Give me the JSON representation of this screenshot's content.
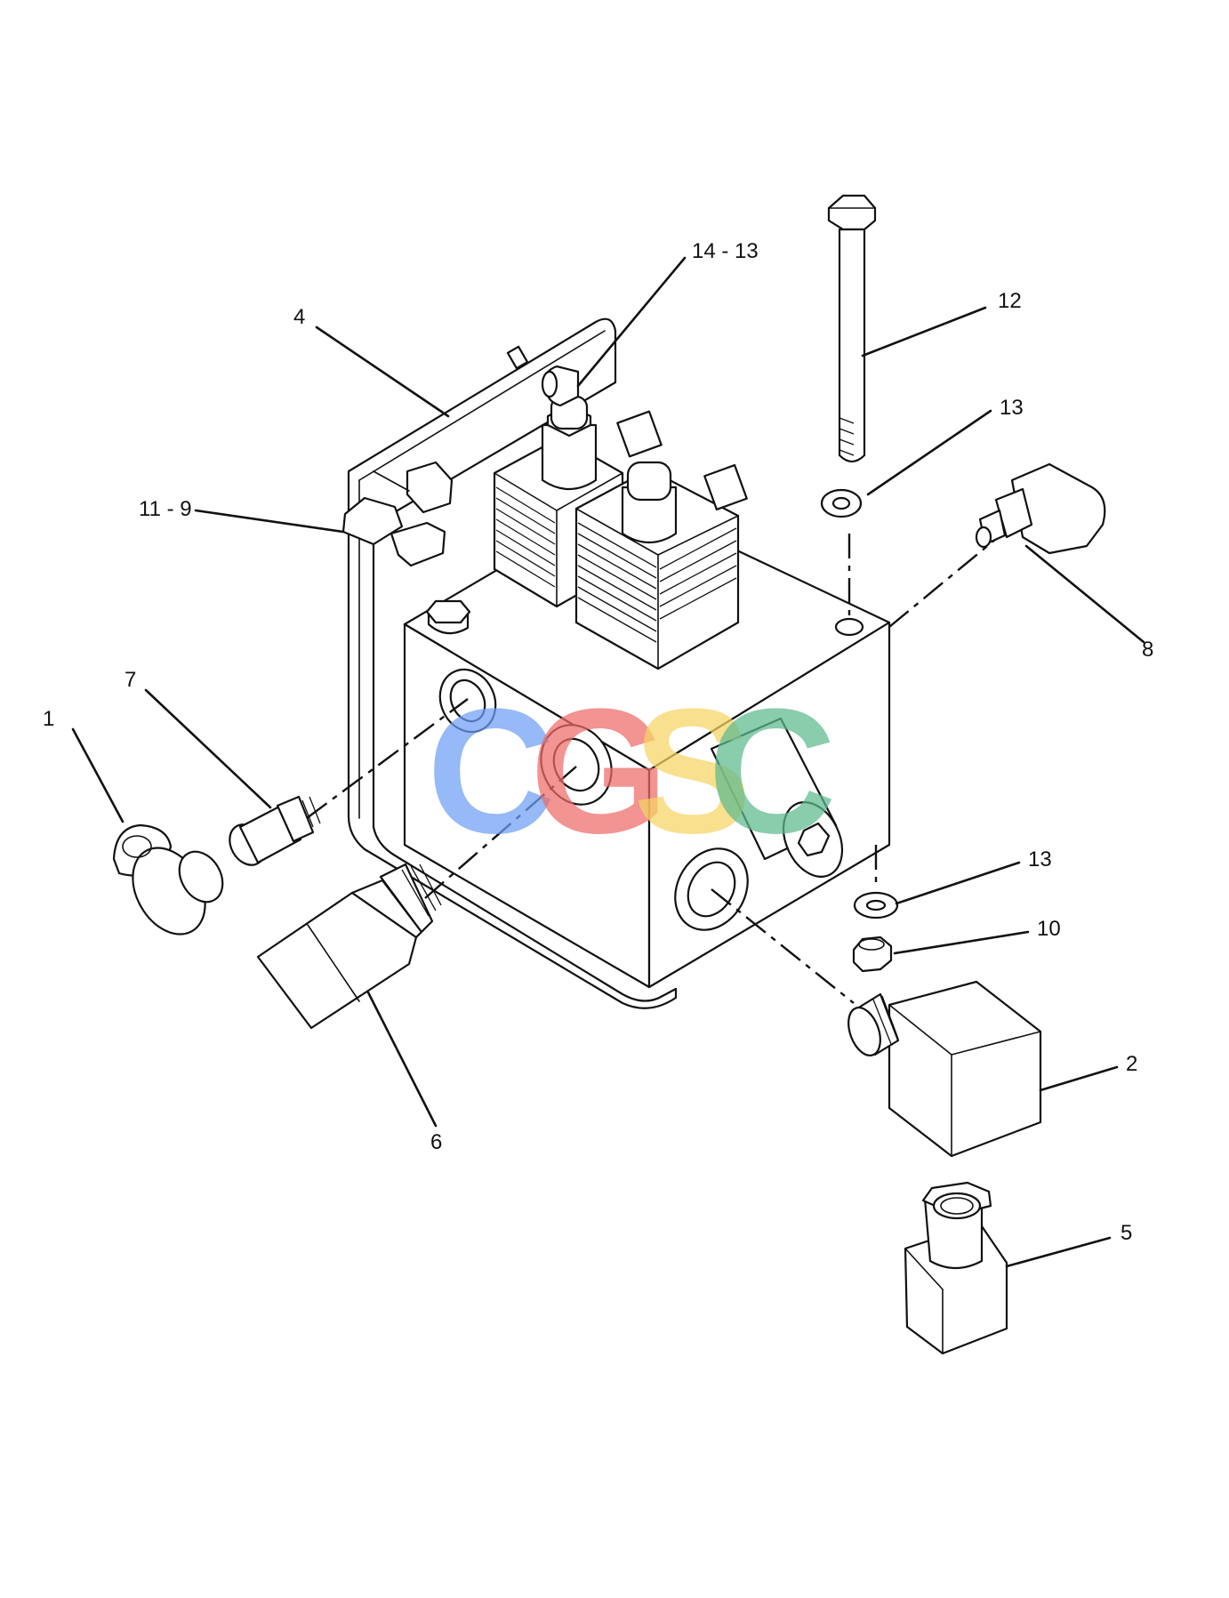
{
  "callouts": {
    "c1": "1",
    "c2": "2",
    "c4": "4",
    "c5": "5",
    "c6": "6",
    "c7": "7",
    "c8": "8",
    "c10": "10",
    "c11_9": "11 - 9",
    "c12": "12",
    "c13_top": "13",
    "c13_bottom": "13",
    "c14_13": "14 - 13"
  },
  "watermark": {
    "letters": [
      "C",
      "G",
      "S",
      "C"
    ],
    "colors": [
      "#6f9ff5",
      "#ee6b67",
      "#f6d564",
      "#5dba8e"
    ]
  }
}
